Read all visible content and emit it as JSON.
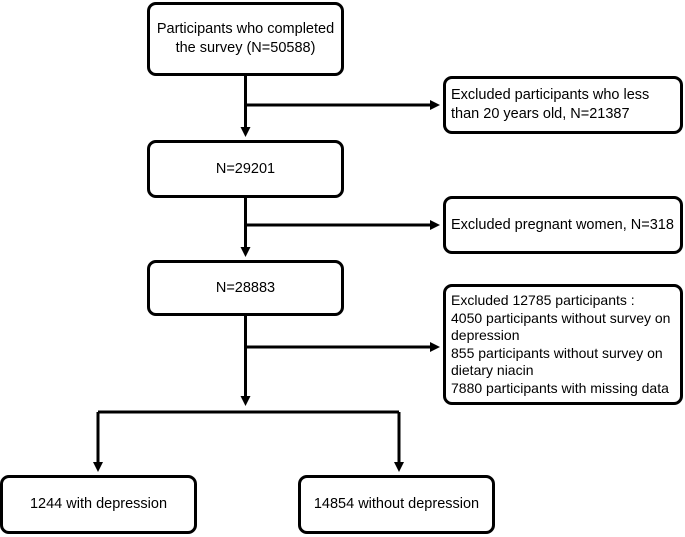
{
  "diagram": {
    "boxes": {
      "completed": {
        "lines": [
          "Participants who completed",
          "the survey (N=50588)"
        ]
      },
      "after_age": {
        "lines": [
          "N=29201"
        ]
      },
      "after_pregnant": {
        "lines": [
          "N=28883"
        ]
      },
      "with_depression": {
        "lines": [
          "1244 with depression"
        ]
      },
      "without_depression": {
        "lines": [
          "14854 without depression"
        ]
      }
    },
    "exclusions": {
      "age": {
        "lines": [
          "Excluded participants who less",
          "than 20 years old, N=21387"
        ]
      },
      "pregnant": {
        "lines": [
          "Excluded pregnant women, N=318"
        ]
      },
      "missing": {
        "lines": [
          "Excluded 12785 participants :",
          "4050 participants without survey on",
          "depression",
          "855 participants without survey on",
          "dietary niacin",
          "7880 participants with missing data"
        ]
      }
    },
    "line_color": "#000000",
    "box_border_color": "#000000",
    "background_color": "#ffffff"
  }
}
